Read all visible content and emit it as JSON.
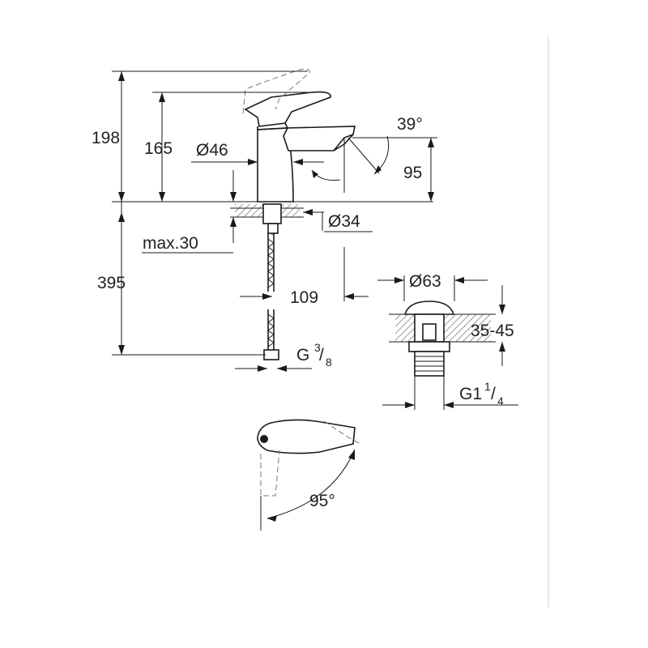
{
  "dimensions": {
    "total_height": "198",
    "lever_height": "165",
    "body_diameter": "Ø46",
    "spout_angle": "39°",
    "spout_height": "95",
    "hole_diameter": "Ø34",
    "max_thickness": "max.30",
    "hose_length": "395",
    "spout_reach": "109",
    "connection_base": "G",
    "connection_num": "3",
    "connection_den": "8",
    "waste_diameter": "Ø63",
    "waste_thickness": "35-45",
    "waste_thread_base": "G1",
    "waste_thread_num": "1",
    "waste_thread_den": "4",
    "lever_rotation": "95°"
  }
}
